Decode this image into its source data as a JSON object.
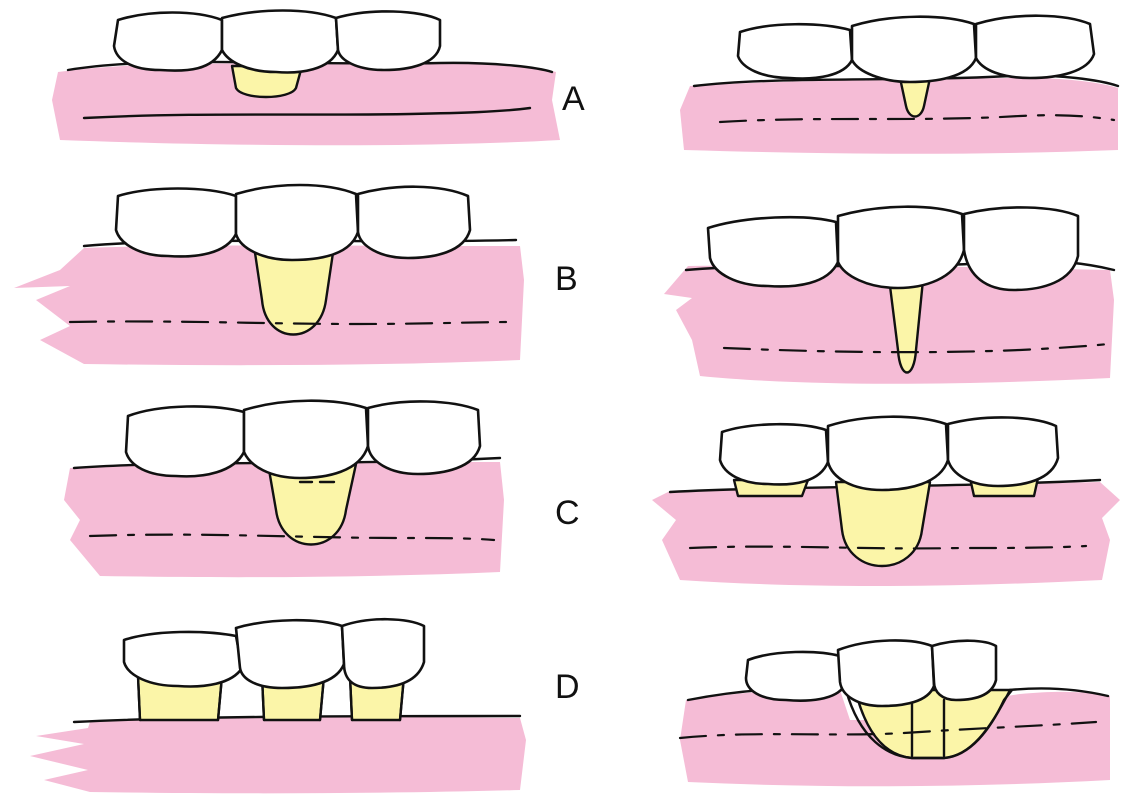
{
  "labels": {
    "a": "A",
    "b": "B",
    "c": "C",
    "d": "D"
  },
  "colors": {
    "gingiva": "#f5bcd6",
    "exposed_root": "#fbf5a8",
    "tooth": "#ffffff",
    "outline": "#111111"
  }
}
